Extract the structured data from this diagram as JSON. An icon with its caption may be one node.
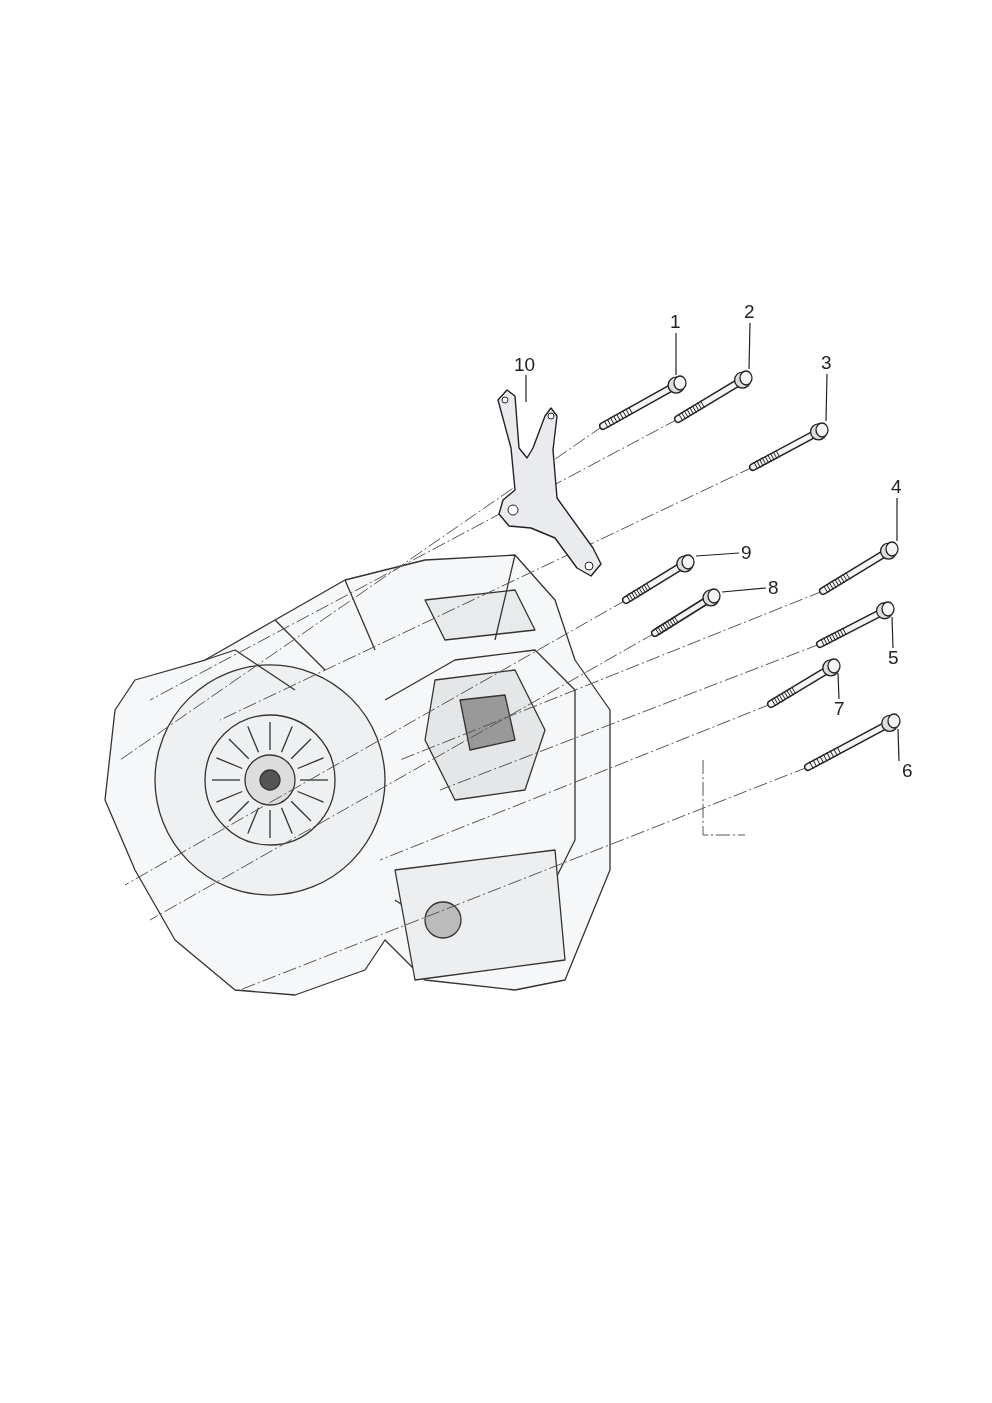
{
  "diagram": {
    "nodes": [
      {
        "text": [
          "1"
        ]
      },
      {
        "text": [
          "2"
        ]
      },
      {
        "text": [
          "3"
        ]
      },
      {
        "text": [
          "4"
        ]
      },
      {
        "text": [
          "5"
        ]
      },
      {
        "text": [
          "6"
        ]
      },
      {
        "text": [
          "7"
        ]
      },
      {
        "text": [
          "8"
        ]
      },
      {
        "text": [
          "9"
        ]
      },
      {
        "text": [
          "10"
        ]
      },
      {
        "text": [],
        "shape": "picture"
      },
      {
        "text": [],
        "shape": "picture"
      },
      {
        "text": [],
        "shape": "picture"
      },
      {
        "text": [],
        "shape": "picture"
      },
      {
        "text": [],
        "shape": "picture"
      },
      {
        "text": [],
        "shape": "picture"
      },
      {
        "text": [],
        "shape": "picture"
      },
      {
        "text": [],
        "shape": "picture"
      },
      {
        "text": [],
        "shape": "picture"
      },
      {
        "text": [],
        "shape": "picture"
      }
    ],
    "edges": [
      {
        "from": 0,
        "to": 10,
        "arrow": "none"
      },
      {
        "from": 1,
        "to": 11,
        "arrow": "none"
      },
      {
        "from": 2,
        "to": 12,
        "arrow": "none"
      },
      {
        "from": 3,
        "to": 13,
        "arrow": "none"
      },
      {
        "from": 4,
        "to": 14,
        "arrow": "none"
      },
      {
        "from": 5,
        "to": 15,
        "arrow": "none"
      },
      {
        "from": 6,
        "to": 16,
        "arrow": "none"
      },
      {
        "from": 7,
        "to": 17,
        "arrow": "none"
      },
      {
        "from": 8,
        "to": 18,
        "arrow": "none"
      },
      {
        "from": 9,
        "to": 19,
        "arrow": "none"
      }
    ]
  }
}
